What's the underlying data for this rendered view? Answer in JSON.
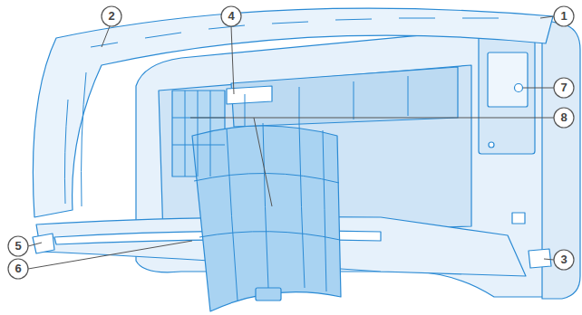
{
  "diagram": {
    "labels": [
      "2",
      "4",
      "1",
      "7",
      "8",
      "5",
      "3",
      "6"
    ]
  }
}
